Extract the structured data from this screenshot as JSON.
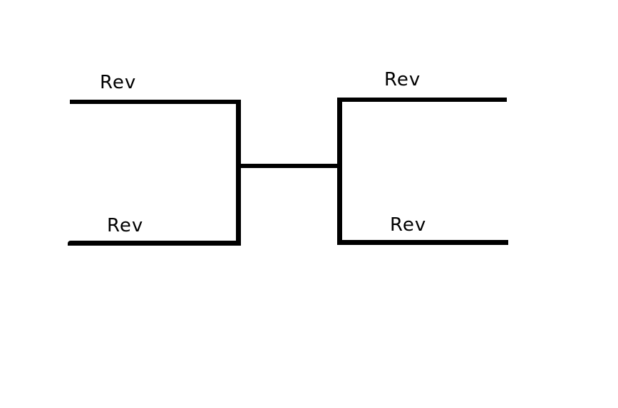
{
  "diagram": {
    "type": "tournament-bracket",
    "background_color": "#ffffff",
    "line_color": "#000000",
    "labels": {
      "left_top": "Rev",
      "left_bottom": "Rev",
      "right_top": "Rev",
      "right_bottom": "Rev"
    }
  }
}
